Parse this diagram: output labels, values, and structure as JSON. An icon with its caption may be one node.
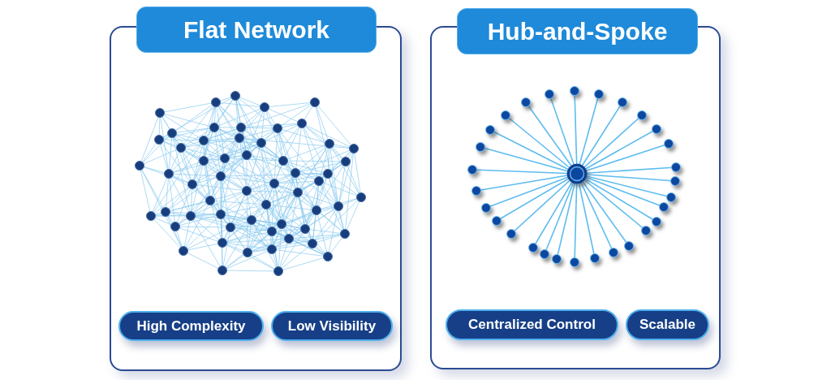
{
  "diagram": {
    "nodes": [
      {
        "text": [
          "Flat Network"
        ]
      },
      {
        "text": [
          "High Complexity"
        ],
        "in": 0
      },
      {
        "text": [
          "Low Visibility"
        ],
        "in": 0
      },
      {
        "text": [
          "Hub-and-Spoke"
        ]
      },
      {
        "text": [
          "Centralized Control"
        ],
        "in": 3
      },
      {
        "text": [
          "Scalable"
        ],
        "in": 3
      }
    ]
  }
}
